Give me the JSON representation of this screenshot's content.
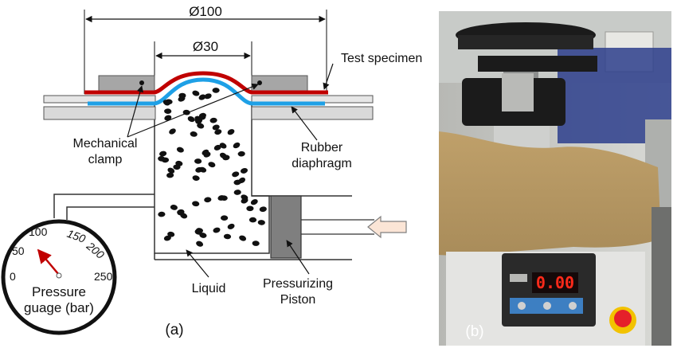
{
  "panel_a": {
    "dim_outer": "Ø100",
    "dim_inner": "Ø30",
    "label_specimen": "Test specimen",
    "label_clamp_line1": "Mechanical",
    "label_clamp_line2": "clamp",
    "label_rubber_line1": "Rubber",
    "label_rubber_line2": "diaphragm",
    "label_liquid": "Liquid",
    "label_piston_line1": "Pressurizing",
    "label_piston_line2": "Piston",
    "gauge_ticks": [
      "0",
      "50",
      "100",
      "150",
      "200",
      "250"
    ],
    "gauge_label_line1": "Pressure",
    "gauge_label_line2": "guage (bar)",
    "caption": "(a)",
    "colors": {
      "specimen": "#c00000",
      "diaphragm": "#1ea0e6",
      "clamp": "#a6a6a6",
      "piston": "#7f7f7f",
      "needle": "#c00000",
      "arrow_fill": "#fbe5d6"
    }
  },
  "panel_b": {
    "display_value": "0.00",
    "caption": "(b)",
    "colors": {
      "fabric": "#c9a46a",
      "display": "#ff2a1a",
      "machine_head": "#1b1b1b",
      "stop_button": "#e5202a"
    }
  }
}
